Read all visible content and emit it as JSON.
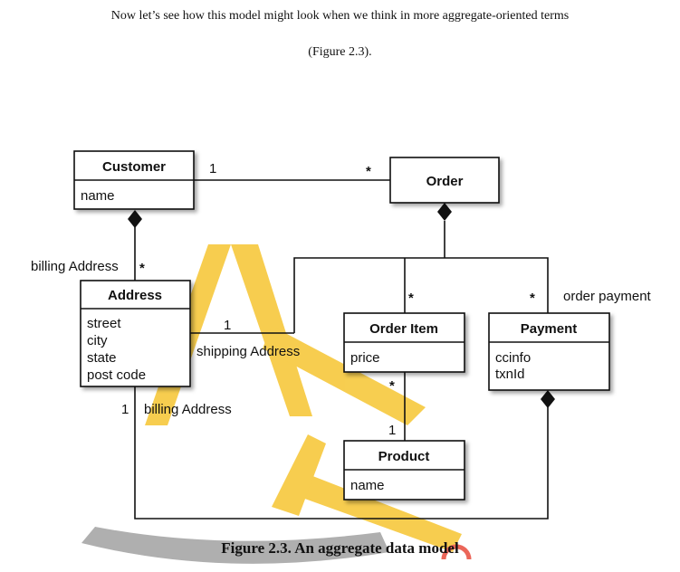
{
  "intro_text": "Now let’s see how this model might look when we think in more aggregate-oriented terms",
  "figure_ref": "(Figure 2.3).",
  "caption": "Figure 2.3. An aggregate data model",
  "classes": {
    "customer": {
      "title": "Customer",
      "attrs": [
        "name"
      ]
    },
    "order": {
      "title": "Order",
      "attrs": []
    },
    "address": {
      "title": "Address",
      "attrs": [
        "street",
        "city",
        "state",
        "post code"
      ]
    },
    "order_item": {
      "title": "Order Item",
      "attrs": [
        "price"
      ]
    },
    "payment": {
      "title": "Payment",
      "attrs": [
        "ccinfo",
        "txnId"
      ]
    },
    "product": {
      "title": "Product",
      "attrs": [
        "name"
      ]
    }
  },
  "labels": {
    "customer_order_one": "1",
    "customer_order_many": "*",
    "billing_address_top": "billing Address",
    "billing_address_top_mult": "*",
    "order_item_mult": "*",
    "payment_mult": "*",
    "order_payment": "order payment",
    "shipping_one": "1",
    "shipping_address": "shipping Address",
    "item_product_many": "*",
    "item_product_one": "1",
    "billing_address_bottom_one": "1",
    "billing_address_bottom": "billing Address"
  },
  "watermark": {
    "color": "#f6c531",
    "accent": "#e84c3d",
    "gray": "#8a8a8a"
  }
}
